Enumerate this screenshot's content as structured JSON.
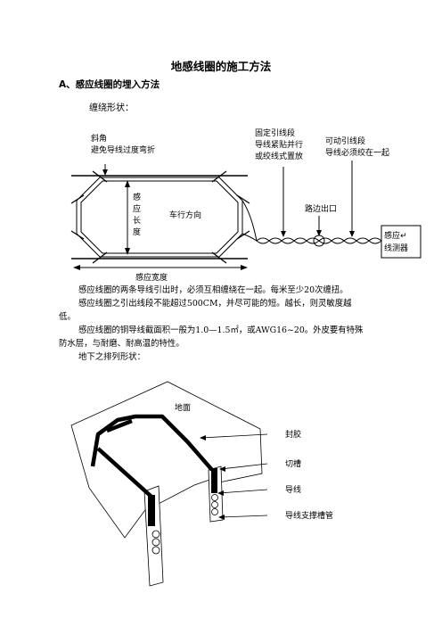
{
  "doc": {
    "title": "地感线圈的施工方法",
    "section_a": "A、感应线圈的埋入方法",
    "winding_label": "缠绕形状：",
    "diagram1": {
      "corner_label_1": "斜角",
      "corner_label_2": "避免导线过度弯折",
      "fixed_lead_1": "固定引线段",
      "fixed_lead_2": "导线紧贴并行",
      "fixed_lead_3": "或绞线式置放",
      "movable_lead_1": "可动引线段",
      "movable_lead_2": "导线必须绞在一起",
      "length_1": "感",
      "length_2": "应",
      "length_3": "长",
      "length_4": "度",
      "direction": "车行方向",
      "road_exit": "路边出口",
      "sensor_1": "感应↵",
      "sensor_2": "线测器",
      "width": "感应宽度"
    },
    "para1": "感应线圈的两条导线引出时，必须互相缠绕在一起。每米至少20次缠扭。",
    "para2a": "感应线圈之引出线段不能超过500CM，并尽可能的短。越长，则灵敏度越",
    "para2b": "低。",
    "para3a": "感应线圈的铜导线截面积一般为1.0—1.5㎡，或AWG16~20。外皮要有特殊",
    "para3b": "防水层，与耐磨、耐高温的特性。",
    "arrangement_label": "地下之排列形状：",
    "diagram2": {
      "ground": "地面",
      "sealant": "封胶",
      "slot": "切槽",
      "wire": "导线",
      "tube": "导线支撑槽管"
    }
  }
}
